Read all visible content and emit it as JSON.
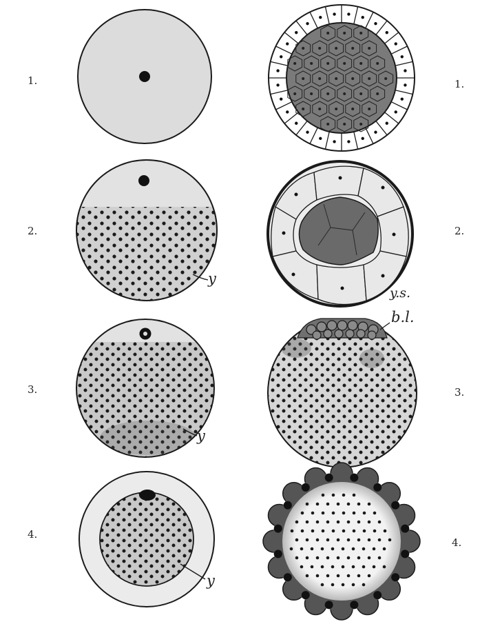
{
  "rows": [
    {
      "left_number": "1.",
      "right_number": "1."
    },
    {
      "left_number": "2.",
      "right_number": "2."
    },
    {
      "left_number": "3.",
      "right_number": "3."
    },
    {
      "left_number": "4.",
      "right_number": "4."
    }
  ],
  "labels": {
    "yolk_2": "y",
    "yolk_sac": "y.s.",
    "blastoderm": "b.l.",
    "yolk_3": "y",
    "yolk_4": "y"
  },
  "colors": {
    "ink": "#1a1a1a",
    "shade": "#d8d8d8",
    "paper": "#ffffff"
  }
}
